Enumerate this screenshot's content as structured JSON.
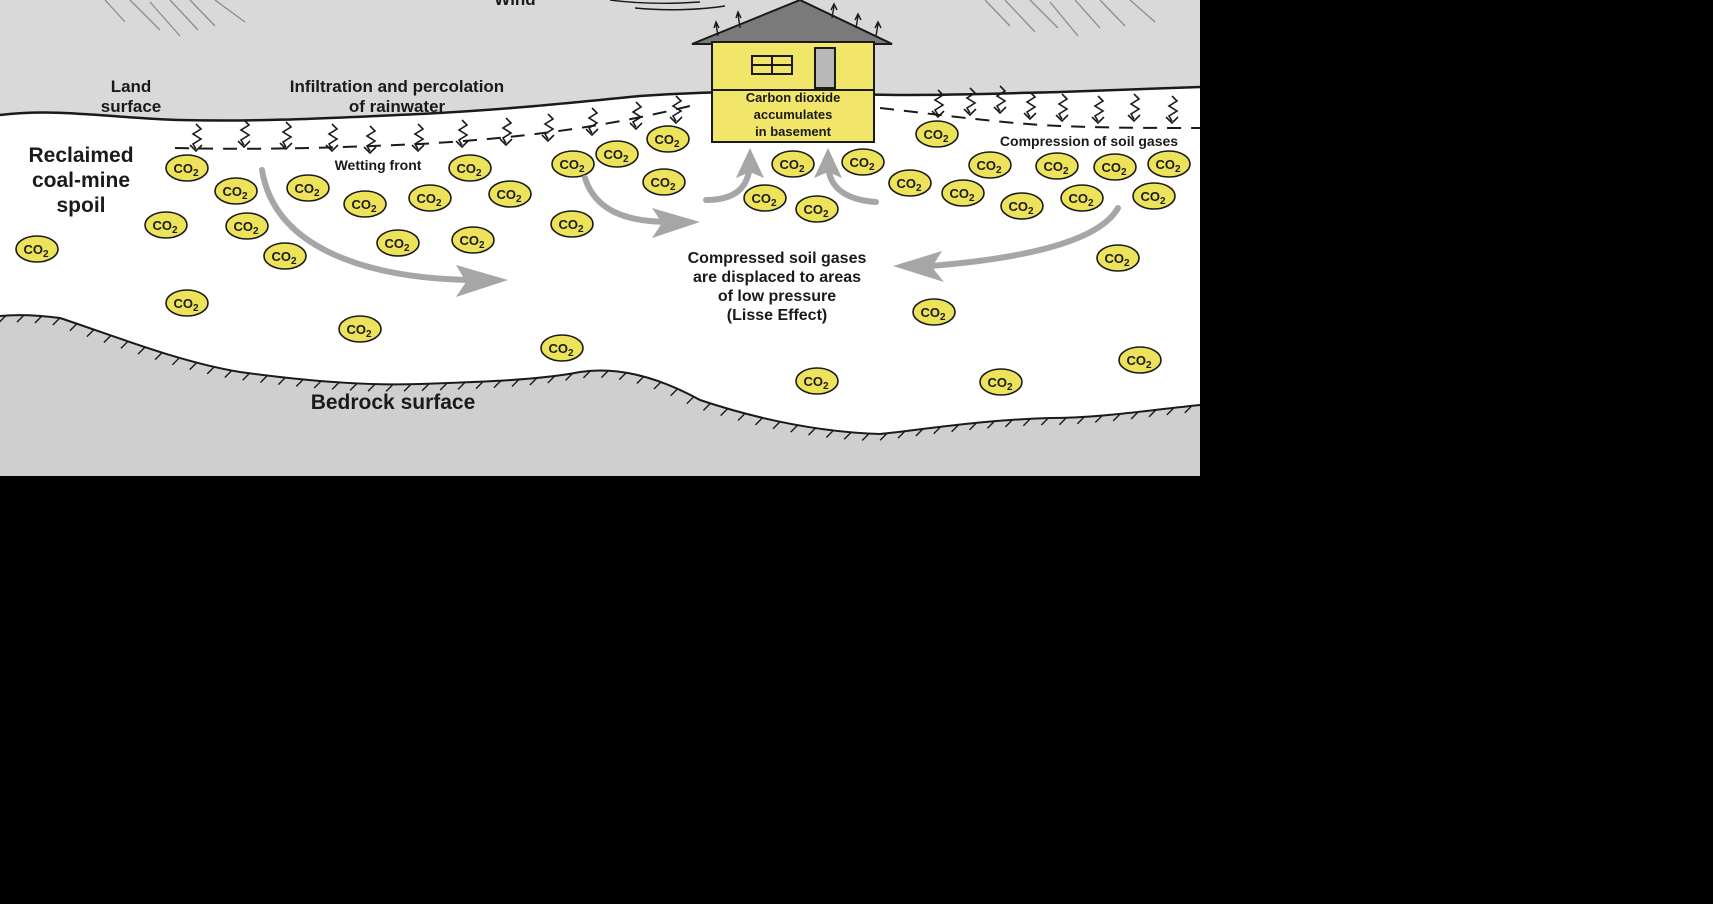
{
  "labels": {
    "wind": "Wind",
    "land_surface_1": "Land",
    "land_surface_2": "surface",
    "infiltration_1": "Infiltration and percolation",
    "infiltration_2": "of rainwater",
    "spoil_1": "Reclaimed",
    "spoil_2": "coal-mine",
    "spoil_3": "spoil",
    "wetting_front": "Wetting front",
    "house_1": "Carbon dioxide",
    "house_2": "accumulates",
    "house_3": "in basement",
    "compression": "Compression of soil gases",
    "displaced_1": "Compressed soil gases",
    "displaced_2": "are displaced to areas",
    "displaced_3": "of low pressure",
    "displaced_4": "(Lisse Effect)",
    "bedrock": "Bedrock surface"
  },
  "gas_label": "CO2",
  "gas_subscript": "2",
  "gas_base": "CO",
  "colors": {
    "sky": "#d9d9d9",
    "soil": "#ffffff",
    "bedrock": "#cfcfcf",
    "co2_fill": "#ede35a",
    "house_fill": "#f2e66a",
    "arrow": "#a6a6a6"
  }
}
